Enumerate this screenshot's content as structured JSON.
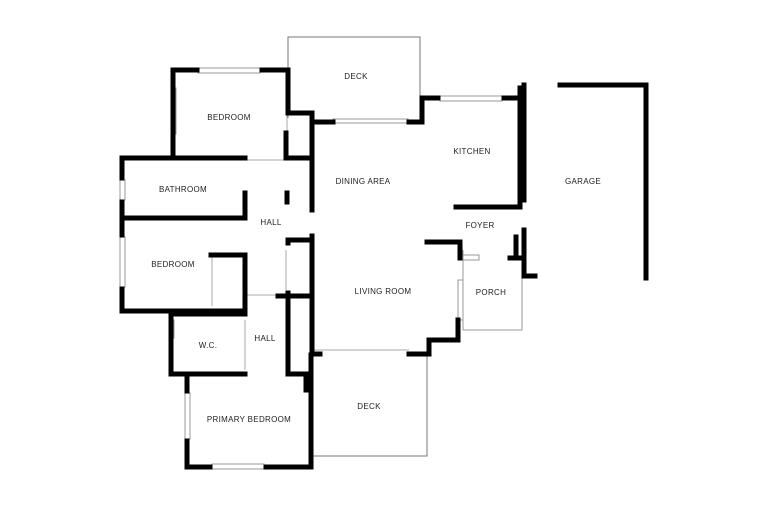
{
  "rooms": {
    "deck_top": "DECK",
    "bedroom_top": "BEDROOM",
    "kitchen": "KITCHEN",
    "garage": "GARAGE",
    "bathroom": "BATHROOM",
    "dining_area": "DINING AREA",
    "hall_upper": "HALL",
    "foyer": "FOYER",
    "bedroom_mid": "BEDROOM",
    "living_room": "LIVING ROOM",
    "porch": "PORCH",
    "wc": "W.C.",
    "hall_lower": "HALL",
    "deck_bottom": "DECK",
    "primary_bedroom": "PRIMARY BEDROOM"
  },
  "colors": {
    "wall": "#000000",
    "thin_line": "#777777",
    "window": "#999999",
    "background": "#ffffff"
  }
}
